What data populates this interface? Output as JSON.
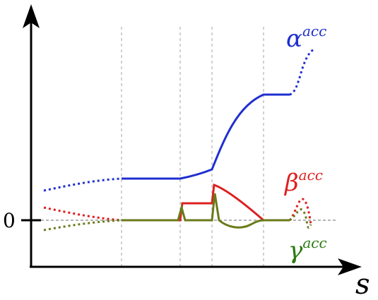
{
  "figure": {
    "zero_label": "0",
    "s_label": "s",
    "alpha_label": {
      "base": "α",
      "sup": "acc"
    },
    "beta_label": {
      "base": "β",
      "sup": "acc"
    },
    "gamma_label": {
      "base": "γ",
      "sup": "acc"
    }
  },
  "colors": {
    "axis": "#000000",
    "alpha": "#1f2fcf",
    "beta": "#dd1f1f",
    "gamma": "#6a7a1a",
    "gamma_label": "#2a7a10",
    "guide": "#b8b8b8",
    "zero_line": "#888888"
  }
}
